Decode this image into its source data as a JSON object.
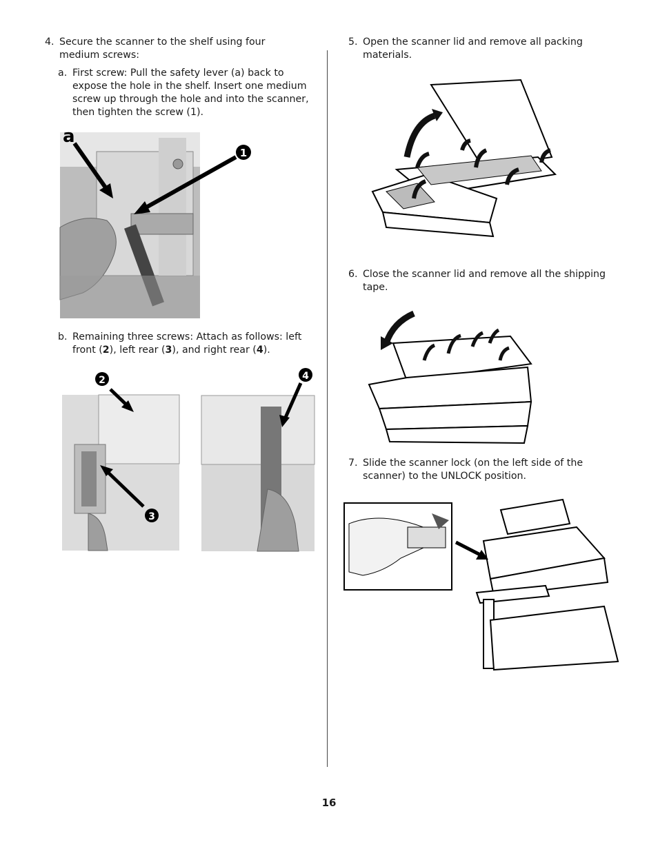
{
  "steps": {
    "s4": {
      "num": "4.",
      "text": "Secure the scanner to the shelf using four medium screws:"
    },
    "s4a": {
      "num": "a.",
      "text": "First screw: Pull the safety lever (a) back to expose the hole in the shelf. Insert one medium screw up through the hole and into the scanner, then tighten the screw (1)."
    },
    "s4b": {
      "num": "b.",
      "pre": "Remaining three screws: Attach as follows: left front (",
      "b2": "2",
      "m1": "), left rear (",
      "b3": "3",
      "m2": "), and right rear (",
      "b4": "4",
      "post": ")."
    },
    "s5": {
      "num": "5.",
      "text": "Open the scanner lid and remove all packing materials."
    },
    "s6": {
      "num": "6.",
      "text": "Close the scanner lid and remove all the shipping tape."
    },
    "s7": {
      "num": "7.",
      "text": "Slide the scanner lock (on the left side of the scanner) to the UNLOCK position."
    }
  },
  "callouts": {
    "a": "a",
    "one": "1",
    "two": "2",
    "three": "3",
    "four": "4"
  },
  "page_number": "16"
}
